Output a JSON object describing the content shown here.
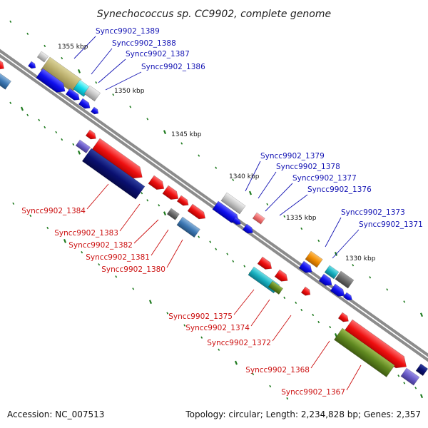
{
  "title": "Synechococcus sp. CC9902, complete genome",
  "footer": {
    "accession": "Accession: NC_007513",
    "topology": "Topology: circular; Length: 2,234,828 bp; Genes: 2,357"
  },
  "colors": {
    "backbone": "#8a8a8a",
    "ticks": "#1e7a1e",
    "forward_labels": "#1414b4",
    "reverse_labels": "#cc1111"
  },
  "scale": {
    "marks": [
      "1355 kbp",
      "1350 kbp",
      "1345 kbp",
      "1340 kbp",
      "1335 kbp",
      "1330 kbp"
    ]
  },
  "genes": {
    "forward": [
      "Syncc9902_1389",
      "Syncc9902_1388",
      "Syncc9902_1387",
      "Syncc9902_1386",
      "Syncc9902_1379",
      "Syncc9902_1378",
      "Syncc9902_1377",
      "Syncc9902_1376",
      "Syncc9902_1373",
      "Syncc9902_1371"
    ],
    "reverse": [
      "Syncc9902_1384",
      "Syncc9902_1383",
      "Syncc9902_1382",
      "Syncc9902_1381",
      "Syncc9902_1380",
      "Syncc9902_1375",
      "Syncc9902_1374",
      "Syncc9902_1372",
      "Syncc9902_1368",
      "Syncc9902_1367"
    ]
  }
}
